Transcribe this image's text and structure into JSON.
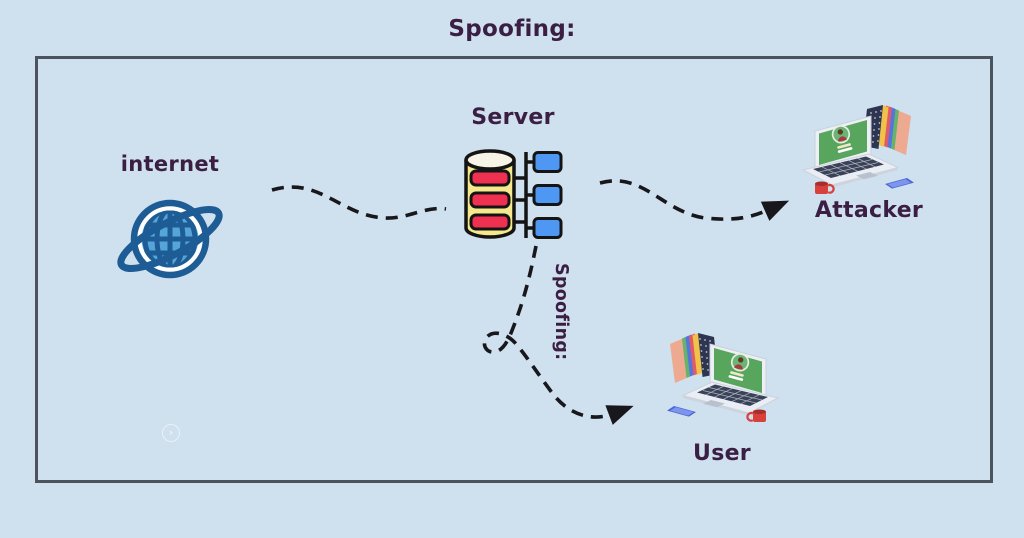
{
  "diagram": {
    "title": "Spoofing:",
    "flow_label": "Spoofing:",
    "nodes": {
      "internet": {
        "label": "internet",
        "icon": "globe-icon"
      },
      "server": {
        "label": "Server",
        "icon": "server-database-icon"
      },
      "attacker": {
        "label": "Attacker",
        "icon": "attacker-workstation-icon"
      },
      "user": {
        "label": "User",
        "icon": "user-workstation-icon"
      }
    },
    "edges": [
      {
        "from": "internet",
        "to": "server",
        "style": "dashed",
        "arrowhead": false
      },
      {
        "from": "server",
        "to": "attacker",
        "style": "dashed",
        "arrowhead": true
      },
      {
        "from": "server",
        "to": "user",
        "style": "dashed-with-loop",
        "arrowhead": true,
        "label": "Spoofing:"
      }
    ],
    "watermark_icon": "chevron-circle-icon",
    "watermark_glyph": "›",
    "colors": {
      "background": "#cfe0ee",
      "text": "#3b1e43",
      "frame_border": "#4b545e",
      "connector_line": "#17171c",
      "globe_outline": "#1e5c95",
      "globe_fill": "#55a5da",
      "server_cylinder_yellow": "#f4e98c",
      "server_disk_red": "#ee3150",
      "server_node_blue": "#4e97f3",
      "laptop_screen_green": "#58a65e",
      "mug_red": "#d8403c",
      "phone_blue": "#5b79e4",
      "folder_navy": "#2d3550",
      "folder_salmon": "#edaa90"
    }
  }
}
